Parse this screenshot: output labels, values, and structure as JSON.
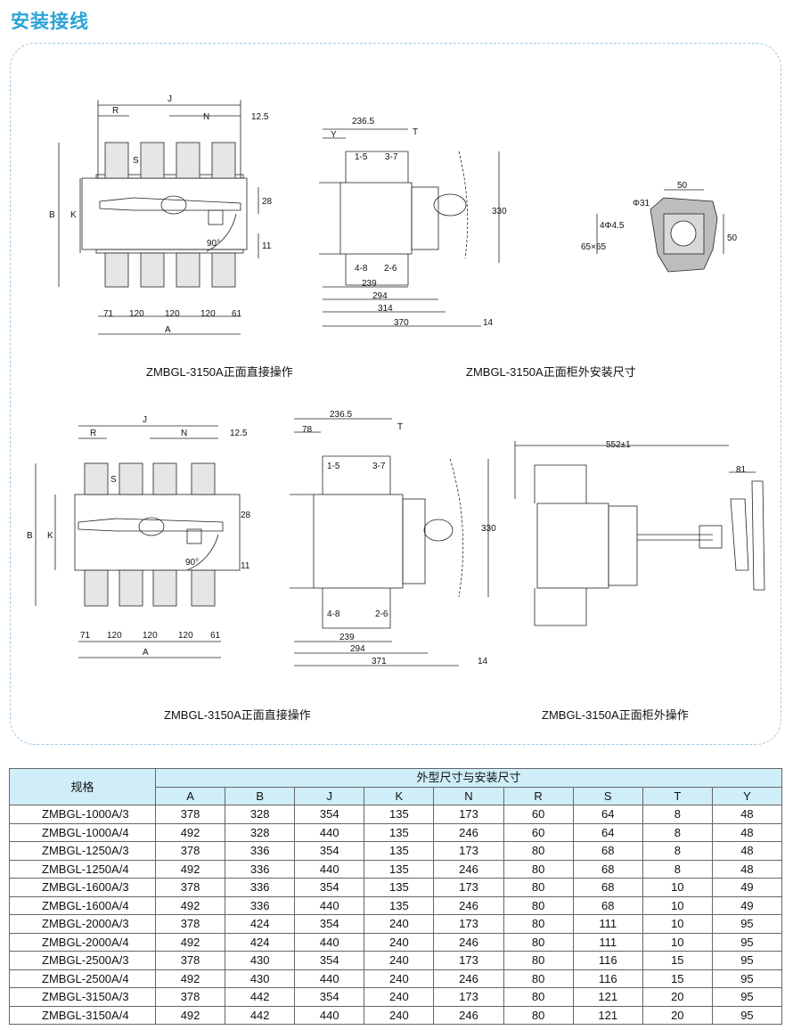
{
  "section_title": "安装接线",
  "captions": {
    "top_left": "ZMBGL-3150A正面直接操作",
    "top_right": "ZMBGL-3150A正面柜外安装尺寸",
    "bottom_left": "ZMBGL-3150A正面直接操作",
    "bottom_right": "ZMBGL-3150A正面柜外操作"
  },
  "drawing_labels": {
    "d1": {
      "J": "J",
      "R": "R",
      "N": "N",
      "S": "S",
      "t125": "12.5",
      "B": "B",
      "K": "K",
      "d28": "28",
      "d11": "11",
      "angle": "90°",
      "d71": "71",
      "d120a": "120",
      "d120b": "120",
      "d120c": "120",
      "d61": "61",
      "A": "A"
    },
    "d2": {
      "d2365": "236.5",
      "Y": "Y",
      "T": "T",
      "l15": "1-5",
      "l37": "3-7",
      "l48": "4-8",
      "l26": "2-6",
      "d330": "330",
      "d239": "239",
      "d294": "294",
      "d314": "314",
      "d370": "370",
      "d14": "14"
    },
    "d3": {
      "d50a": "50",
      "phi31": "Φ31",
      "holes": "4Φ4.5",
      "d6565": "65×65",
      "d50b": "50"
    },
    "d4": {
      "J": "J",
      "R": "R",
      "N": "N",
      "S": "S",
      "t125": "12.5",
      "B": "B",
      "K": "K",
      "d28": "28",
      "d11": "11",
      "angle": "90°",
      "d71": "71",
      "d120a": "120",
      "d120b": "120",
      "d120c": "120",
      "d61": "61",
      "A": "A"
    },
    "d5": {
      "d2365": "236.5",
      "d78": "78",
      "T": "T",
      "l15": "1-5",
      "l37": "3-7",
      "l48": "4-8",
      "l26": "2-6",
      "d330": "330",
      "d239": "239",
      "d294": "294",
      "d371": "371",
      "d14": "14"
    },
    "d6": {
      "d552": "552±1",
      "d81": "81"
    }
  },
  "table": {
    "spec_header": "规格",
    "group_header": "外型尺寸与安装尺寸",
    "columns": [
      "A",
      "B",
      "J",
      "K",
      "N",
      "R",
      "S",
      "T",
      "Y"
    ],
    "rows": [
      [
        "ZMBGL-1000A/3",
        "378",
        "328",
        "354",
        "135",
        "173",
        "60",
        "64",
        "8",
        "48"
      ],
      [
        "ZMBGL-1000A/4",
        "492",
        "328",
        "440",
        "135",
        "246",
        "60",
        "64",
        "8",
        "48"
      ],
      [
        "ZMBGL-1250A/3",
        "378",
        "336",
        "354",
        "135",
        "173",
        "80",
        "68",
        "8",
        "48"
      ],
      [
        "ZMBGL-1250A/4",
        "492",
        "336",
        "440",
        "135",
        "246",
        "80",
        "68",
        "8",
        "48"
      ],
      [
        "ZMBGL-1600A/3",
        "378",
        "336",
        "354",
        "135",
        "173",
        "80",
        "68",
        "10",
        "49"
      ],
      [
        "ZMBGL-1600A/4",
        "492",
        "336",
        "440",
        "135",
        "246",
        "80",
        "68",
        "10",
        "49"
      ],
      [
        "ZMBGL-2000A/3",
        "378",
        "424",
        "354",
        "240",
        "173",
        "80",
        "111",
        "10",
        "95"
      ],
      [
        "ZMBGL-2000A/4",
        "492",
        "424",
        "440",
        "240",
        "246",
        "80",
        "111",
        "10",
        "95"
      ],
      [
        "ZMBGL-2500A/3",
        "378",
        "430",
        "354",
        "240",
        "173",
        "80",
        "116",
        "15",
        "95"
      ],
      [
        "ZMBGL-2500A/4",
        "492",
        "430",
        "440",
        "240",
        "246",
        "80",
        "116",
        "15",
        "95"
      ],
      [
        "ZMBGL-3150A/3",
        "378",
        "442",
        "354",
        "240",
        "173",
        "80",
        "121",
        "20",
        "95"
      ],
      [
        "ZMBGL-3150A/4",
        "492",
        "442",
        "440",
        "240",
        "246",
        "80",
        "121",
        "20",
        "95"
      ]
    ]
  }
}
